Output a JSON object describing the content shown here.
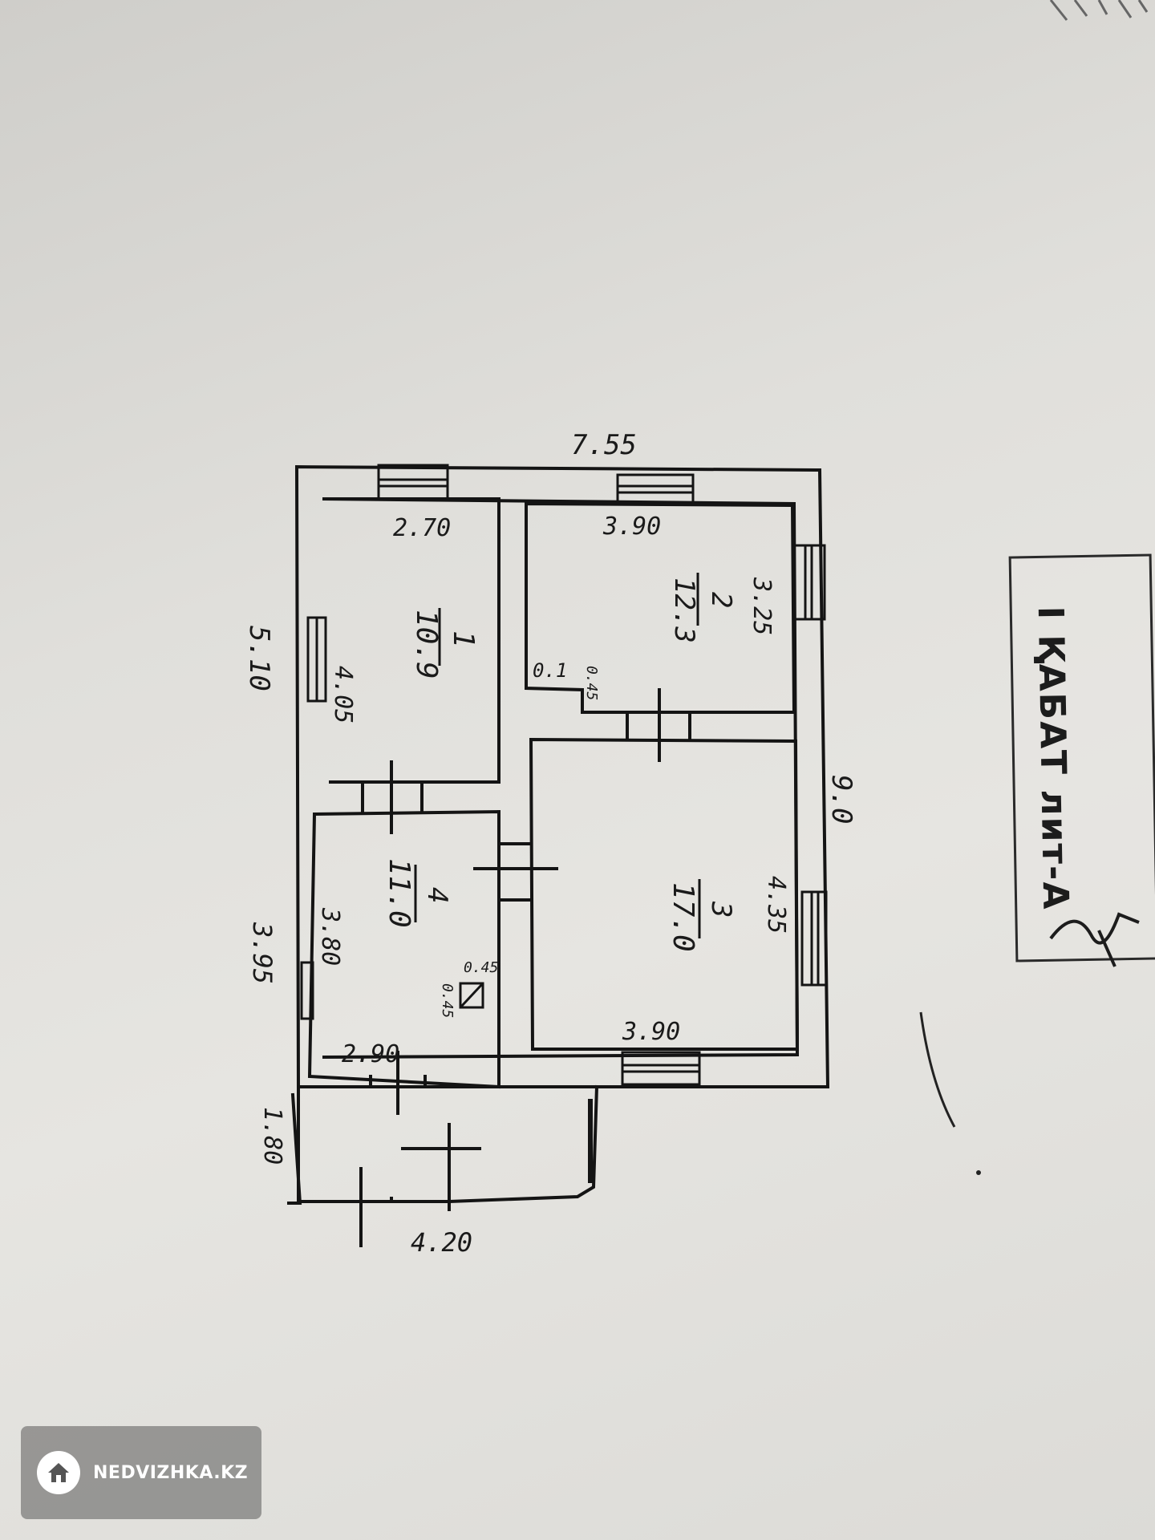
{
  "plan": {
    "overall_width": "7.55",
    "overall_depth": "9.0",
    "left_upper": "5.10",
    "left_lower": "3.95",
    "annex_depth": "1.80",
    "annex_width": "4.20",
    "rooms": [
      {
        "number": "1",
        "area": "10.9",
        "width": "2.70",
        "length": "4.05"
      },
      {
        "number": "2",
        "area": "12.3",
        "width": "3.90",
        "length": "3.25"
      },
      {
        "number": "3",
        "area": "17.0",
        "width": "3.90",
        "length": "4.35"
      },
      {
        "number": "4",
        "area": "11.0",
        "width": "2.90",
        "length": "3.80"
      }
    ],
    "small_marks": {
      "niche_a": "0.1",
      "niche_b": "0.45",
      "stove_a": "0.45",
      "stove_b": "0.45"
    }
  },
  "stamp": {
    "text": "I ҚАБАТ лит-А"
  },
  "watermark": {
    "text": "NEDVIZHKA.KZ",
    "icon": "home-icon"
  },
  "colors": {
    "paper": "#e0dfdb",
    "ink": "#1a1a1a",
    "watermark_bg": "#3c3c3c"
  }
}
